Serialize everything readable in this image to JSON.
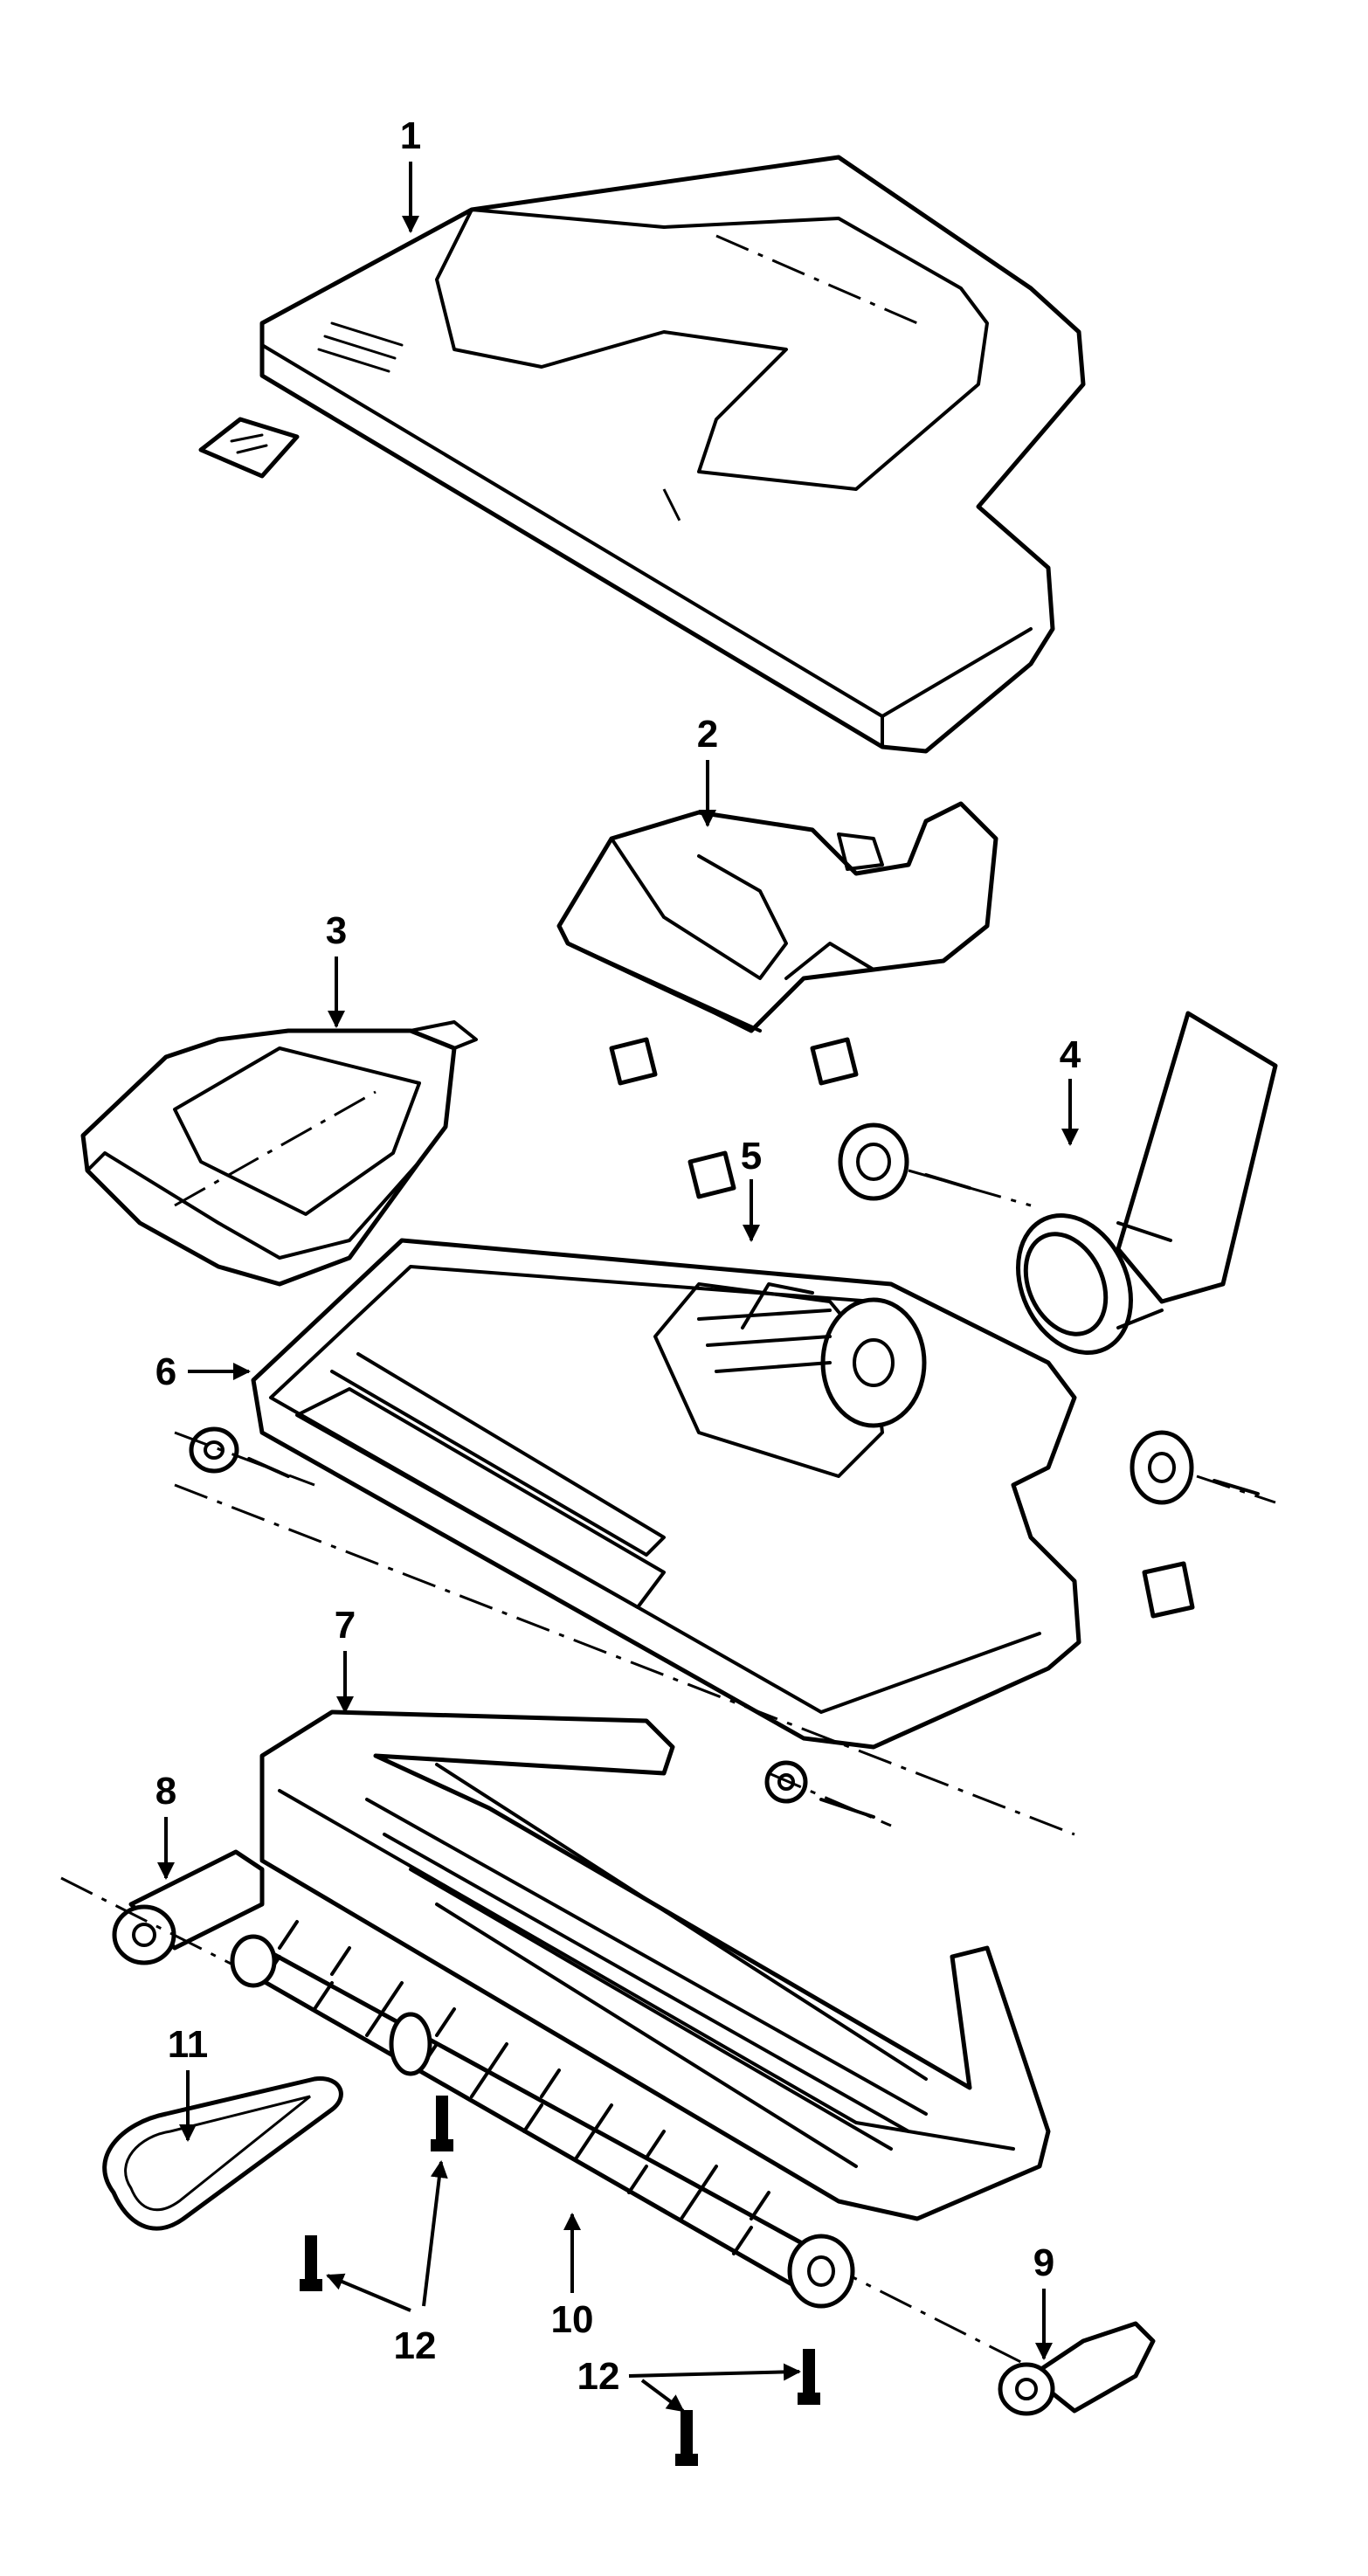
{
  "diagram": {
    "callouts": [
      {
        "id": "c1",
        "label": "1"
      },
      {
        "id": "c2",
        "label": "2"
      },
      {
        "id": "c3",
        "label": "3"
      },
      {
        "id": "c4",
        "label": "4"
      },
      {
        "id": "c5",
        "label": "5"
      },
      {
        "id": "c6",
        "label": "6"
      },
      {
        "id": "c7",
        "label": "7"
      },
      {
        "id": "c8",
        "label": "8"
      },
      {
        "id": "c9",
        "label": "9"
      },
      {
        "id": "c10",
        "label": "10"
      },
      {
        "id": "c11",
        "label": "11"
      },
      {
        "id": "c12a",
        "label": "12"
      },
      {
        "id": "c12b",
        "label": "12"
      }
    ]
  }
}
